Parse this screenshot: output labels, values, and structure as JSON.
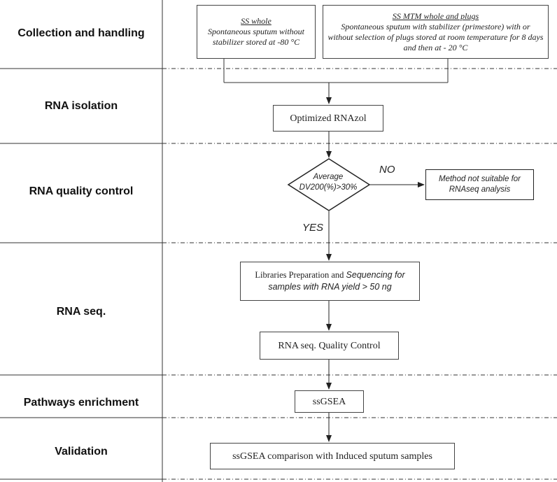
{
  "stages": [
    "Collection and handling",
    "RNA isolation",
    "RNA quality control",
    "RNA seq.",
    "Pathways enrichment",
    "Validation"
  ],
  "boxes": {
    "ss_whole": {
      "title": "SS whole",
      "text": "Spontaneous sputum without stabilizer stored at -80 °C"
    },
    "ss_mtm": {
      "title": "SS MTM whole and plugs",
      "text": "Spontaneous sputum with stabilizer (primestore)  with or without selection of plugs stored at room temperature for 8 days and then at - 20 °C"
    },
    "rnazol": "Optimized RNAzol",
    "decision": "Average DV200(%)>30%",
    "no_label": "NO",
    "yes_label": "YES",
    "not_suitable": "Method not suitable for RNAseq analysis",
    "libraries": {
      "part1": "Libraries Preparation and ",
      "part2": "Sequencing for samples with RNA yield > 50 ng"
    },
    "rnaseq_qc": "RNA seq. Quality Control",
    "ssgsea": "ssGSEA",
    "validation": "ssGSEA comparison with Induced sputum samples"
  }
}
